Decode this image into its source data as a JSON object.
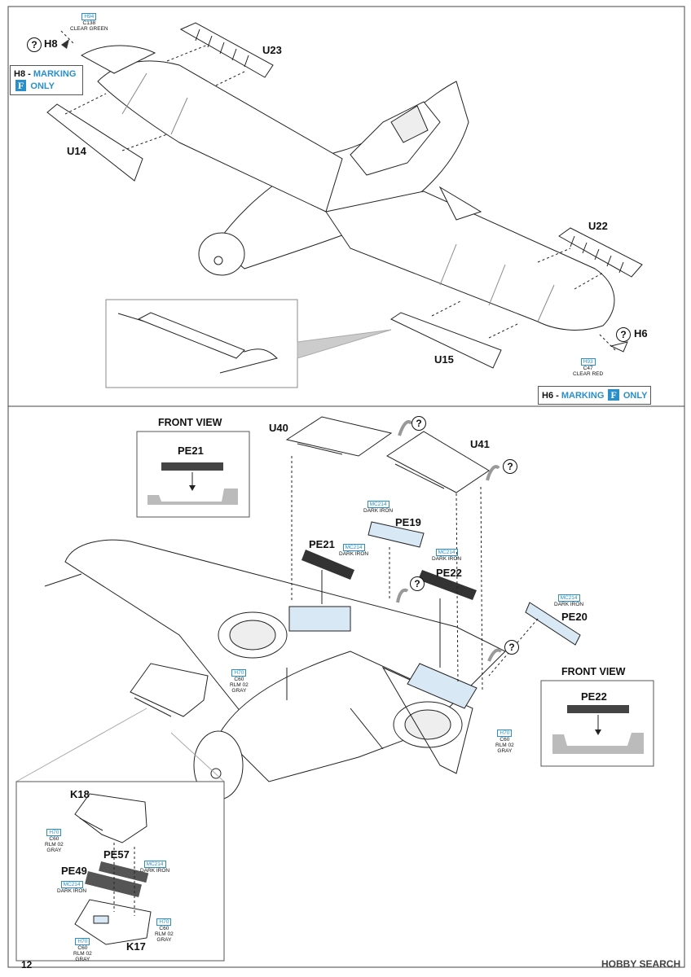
{
  "page_number": "12",
  "watermark": "HOBBY SEARCH",
  "top": {
    "paint_h94": {
      "code": "H94",
      "name": "C138",
      "desc": "CLEAR GREEN"
    },
    "paint_h93": {
      "code": "H93",
      "name": "C47",
      "desc": "CLEAR RED"
    },
    "labels": {
      "h8": "H8",
      "u23": "U23",
      "u14": "U14",
      "u22": "U22",
      "u15": "U15",
      "h6": "H6"
    },
    "question": "?",
    "h8_marking": {
      "part": "H8 - ",
      "marking": "MARKING",
      "badge": "F",
      "only": "ONLY"
    },
    "h6_marking": {
      "part": "H6 - ",
      "marking": "MARKING",
      "badge": "F",
      "only": "ONLY"
    }
  },
  "bottom": {
    "front_view_1": {
      "title": "FRONT VIEW",
      "part": "PE21"
    },
    "front_view_2": {
      "title": "FRONT VIEW",
      "part": "PE22"
    },
    "labels": {
      "u40": "U40",
      "u41": "U41",
      "pe19": "PE19",
      "pe21": "PE21",
      "pe22": "PE22",
      "pe20": "PE20",
      "k18": "K18",
      "pe57": "PE57",
      "pe49": "PE49",
      "k17": "K17"
    },
    "paint_mc214": {
      "code": "MC214",
      "desc": "DARK IRON"
    },
    "paint_h70": {
      "code": "H70",
      "name": "C60",
      "desc": "RLM 02",
      "desc2": "GRAY"
    }
  }
}
